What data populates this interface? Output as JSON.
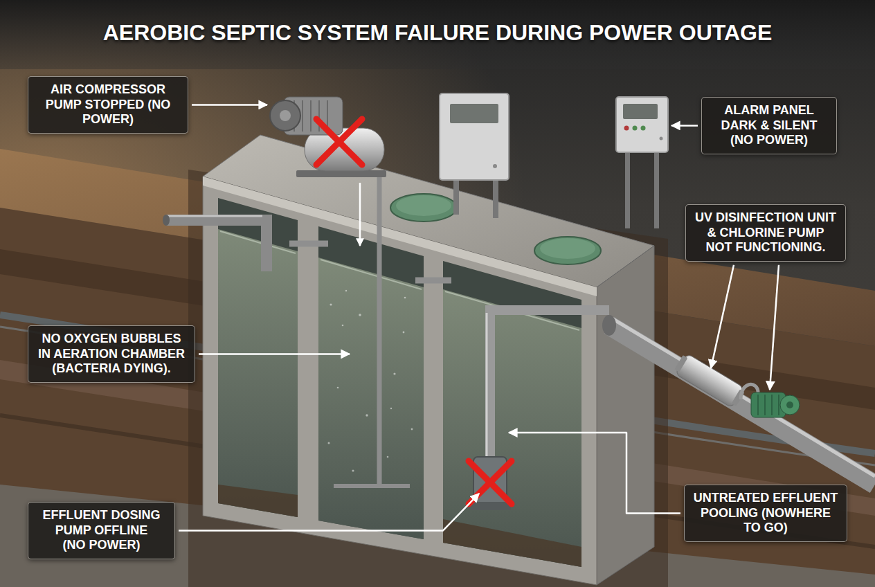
{
  "diagram": {
    "title": "AEROBIC SEPTIC SYSTEM FAILURE DURING POWER OUTAGE",
    "nodes": [
      {
        "text": [
          "AIR COMPRESSOR PUMP STOPPED (NO POWER)"
        ]
      },
      {
        "text": [
          "ALARM PANEL DARK & SILENT (NO POWER)"
        ]
      },
      {
        "text": [
          "UV DISINFECTION UNIT & CHLORINE PUMP NOT FUNCTIONING."
        ]
      },
      {
        "text": [
          "NO OXYGEN BUBBLES IN AERATION CHAMBER (BACTERIA DYING)."
        ]
      },
      {
        "text": [
          "UNTREATED EFFLUENT POOLING (NOWHERE TO GO)"
        ]
      },
      {
        "text": [
          "EFFLUENT DOSING PUMP OFFLINE (NO POWER)"
        ]
      }
    ]
  }
}
